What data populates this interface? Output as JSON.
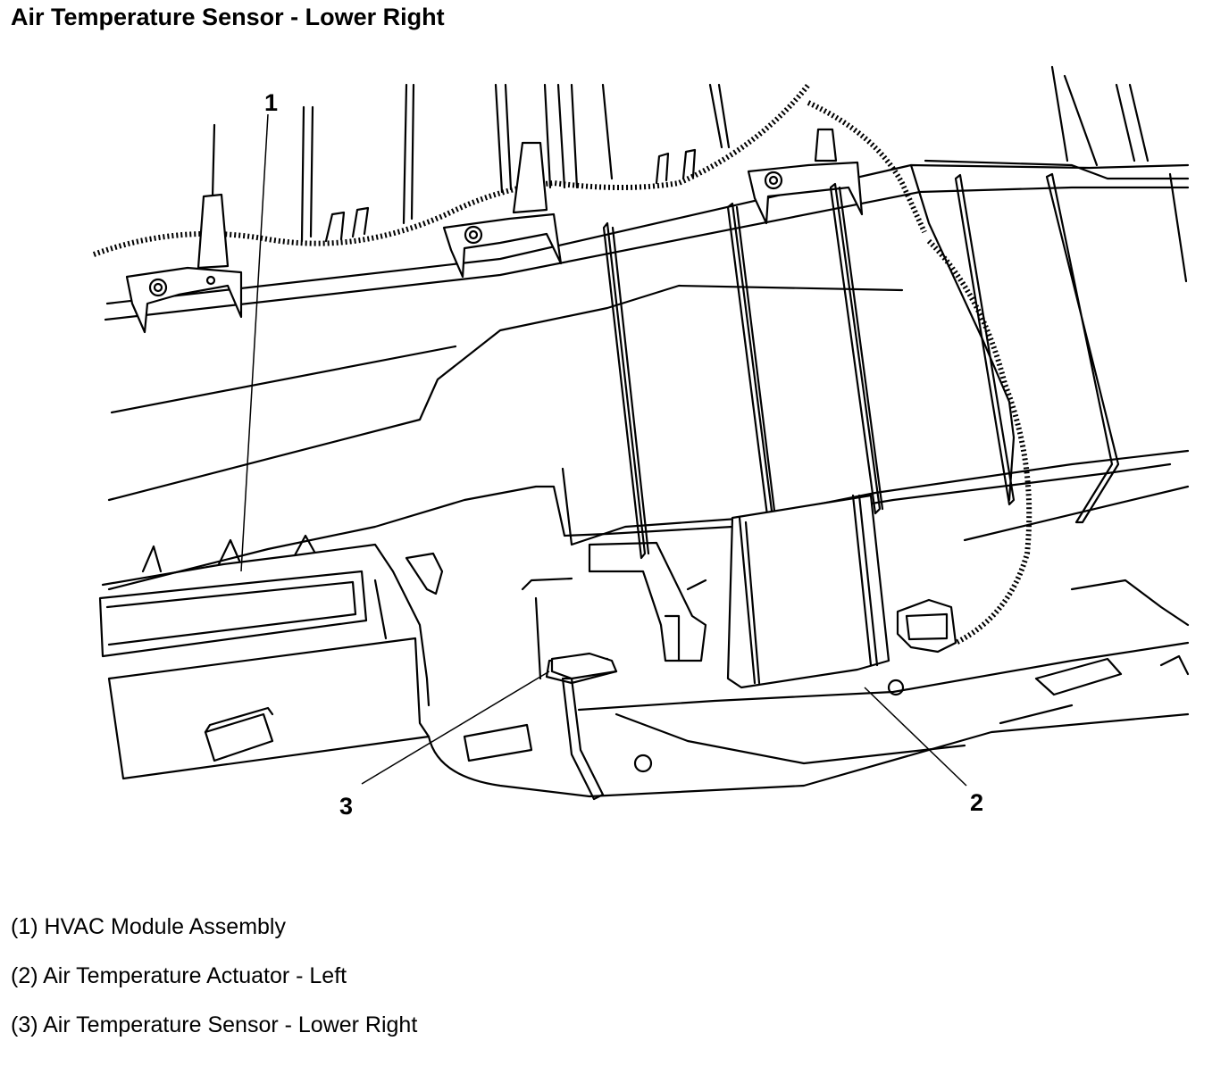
{
  "title": "Air Temperature Sensor - Lower Right",
  "callouts": {
    "c1": "1",
    "c2": "2",
    "c3": "3"
  },
  "legend": [
    "(1) HVAC Module Assembly",
    "(2) Air Temperature Actuator - Left",
    "(3) Air Temperature Sensor - Lower Right"
  ]
}
